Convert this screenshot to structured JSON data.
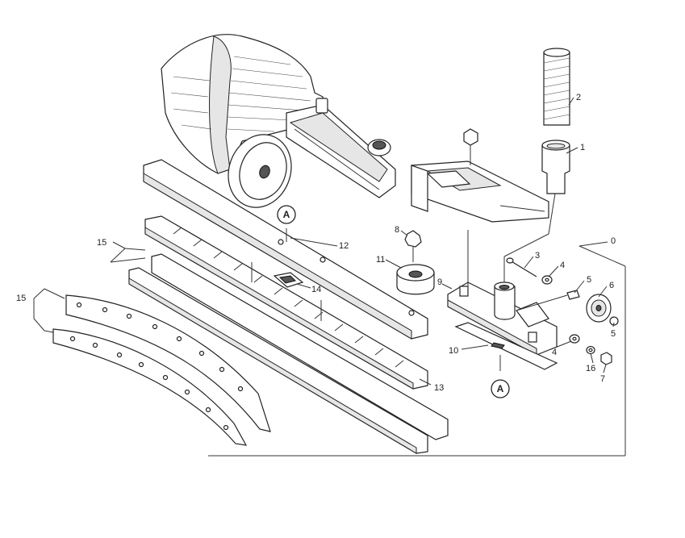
{
  "labels": {
    "n0": "0",
    "n1": "1",
    "n2": "2",
    "n3": "3",
    "n4a": "4",
    "n4b": "4",
    "n5a": "5",
    "n5b": "5",
    "n6": "6",
    "n7": "7",
    "n8": "8",
    "n9": "9",
    "n10": "10",
    "n11": "11",
    "n12": "12",
    "n13": "13",
    "n14": "14",
    "n15a": "15",
    "n15b": "15",
    "n16": "16"
  },
  "refs": {
    "a1": "A",
    "a2": "A"
  },
  "colors": {
    "line": "#222222",
    "background": "#ffffff",
    "shade": "#e6e6e6"
  }
}
